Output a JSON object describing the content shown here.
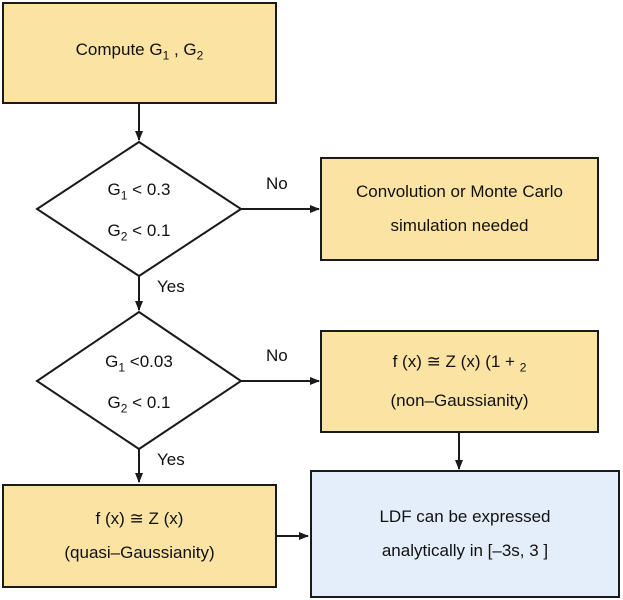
{
  "nodes": {
    "compute": {
      "line1": "Compute G",
      "sub1": "1",
      "line1b": " , G",
      "sub2": "2"
    },
    "decision1": {
      "l1_var": "G",
      "l1_sub": "1",
      "l1_rest": " < 0.3",
      "l2_var": "G",
      "l2_sub": "2",
      "l2_rest": " < 0.1"
    },
    "convolution": {
      "line1": "Convolution or Monte Carlo",
      "line2": "simulation needed"
    },
    "decision2": {
      "l1_var": "G",
      "l1_sub": "1",
      "l1_rest": " <0.03",
      "l2_var": "G",
      "l2_sub": "2",
      "l2_rest": " < 0.1"
    },
    "non_gaussian": {
      "line1": "f  (x) ≅ Z (x) (1 +    ",
      "frac": "2",
      "line2": "(non–Gaussianity)"
    },
    "quasi_gaussian": {
      "line1": "f  (x) ≅ Z (x)",
      "line2": "(quasi–Gaussianity)"
    },
    "ldf": {
      "line1": "LDF can be expressed",
      "line2": "analytically in [–3s, 3 ]"
    }
  },
  "edge_labels": {
    "no1": "No",
    "yes1": "Yes",
    "no2": "No",
    "yes2": "Yes"
  },
  "colors": {
    "yellow": "#fbe3a4",
    "blue": "#e3eefa",
    "stroke": "#1a1a1a"
  }
}
